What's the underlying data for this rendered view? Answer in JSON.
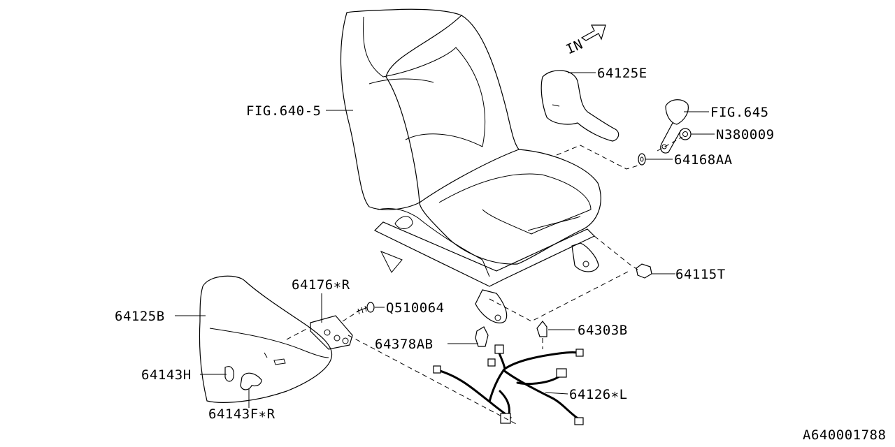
{
  "direction_marker": "IN",
  "drawing_number": "A640001788",
  "callouts": {
    "fig_640_5": "FIG.640-5",
    "p64125E": "64125E",
    "fig_645": "FIG.645",
    "n380009": "N380009",
    "p64168AA": "64168AA",
    "p64115T": "64115T",
    "p64176R": "64176∗R",
    "q510064": "Q510064",
    "p64125B": "64125B",
    "p64303B": "64303B",
    "p64378AB": "64378AB",
    "p64143H": "64143H",
    "p64126L": "64126∗L",
    "p64143FR": "64143F∗R"
  }
}
